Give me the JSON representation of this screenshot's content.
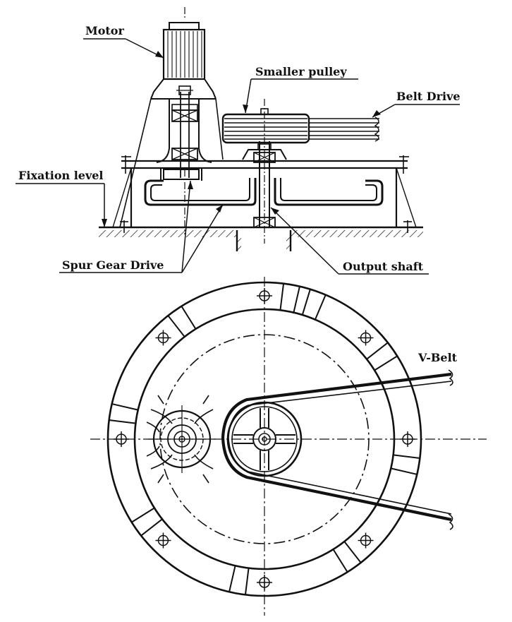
{
  "labels": {
    "motor": "Motor",
    "smaller_pulley": "Smaller pulley",
    "belt_drive": "Belt Drive",
    "fixation_level": "Fixation level",
    "spur_gear_drive": "Spur Gear Drive",
    "output_shaft": "Output shaft",
    "v_belt": "V-Belt"
  },
  "colors": {
    "ink": "#111111",
    "paper": "#ffffff"
  }
}
